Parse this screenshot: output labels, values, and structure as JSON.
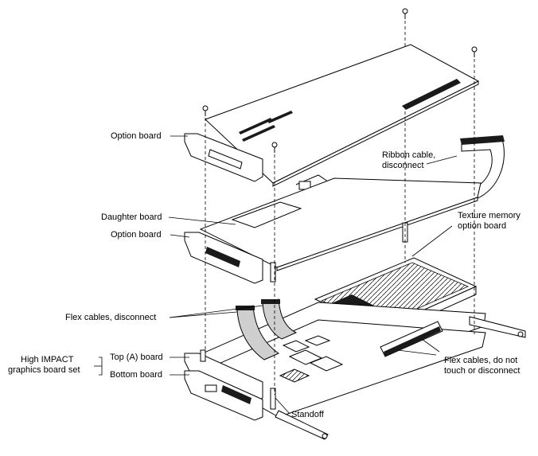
{
  "labels": {
    "option_board_top": "Option board",
    "ribbon_cable_1": "Ribbon cable,",
    "ribbon_cable_2": "disconnect",
    "daughter_board": "Daughter board",
    "option_board_mid": "Option board",
    "texture_memory_1": "Texture memory",
    "texture_memory_2": "option board",
    "flex_cables_disconnect": "Flex cables, disconnect",
    "high_impact_1": "High IMPACT",
    "high_impact_2": "graphics board set",
    "top_board": "Top (A) board",
    "bottom_board": "Bottom board",
    "flex_cables_no_touch_1": "Flex cables, do not",
    "flex_cables_no_touch_2": "touch or disconnect",
    "standoff": "Standoff"
  },
  "colors": {
    "line": "#000000",
    "fill": "#ffffff",
    "dark": "#1a1a1a",
    "shade": "#cfcfcf"
  }
}
